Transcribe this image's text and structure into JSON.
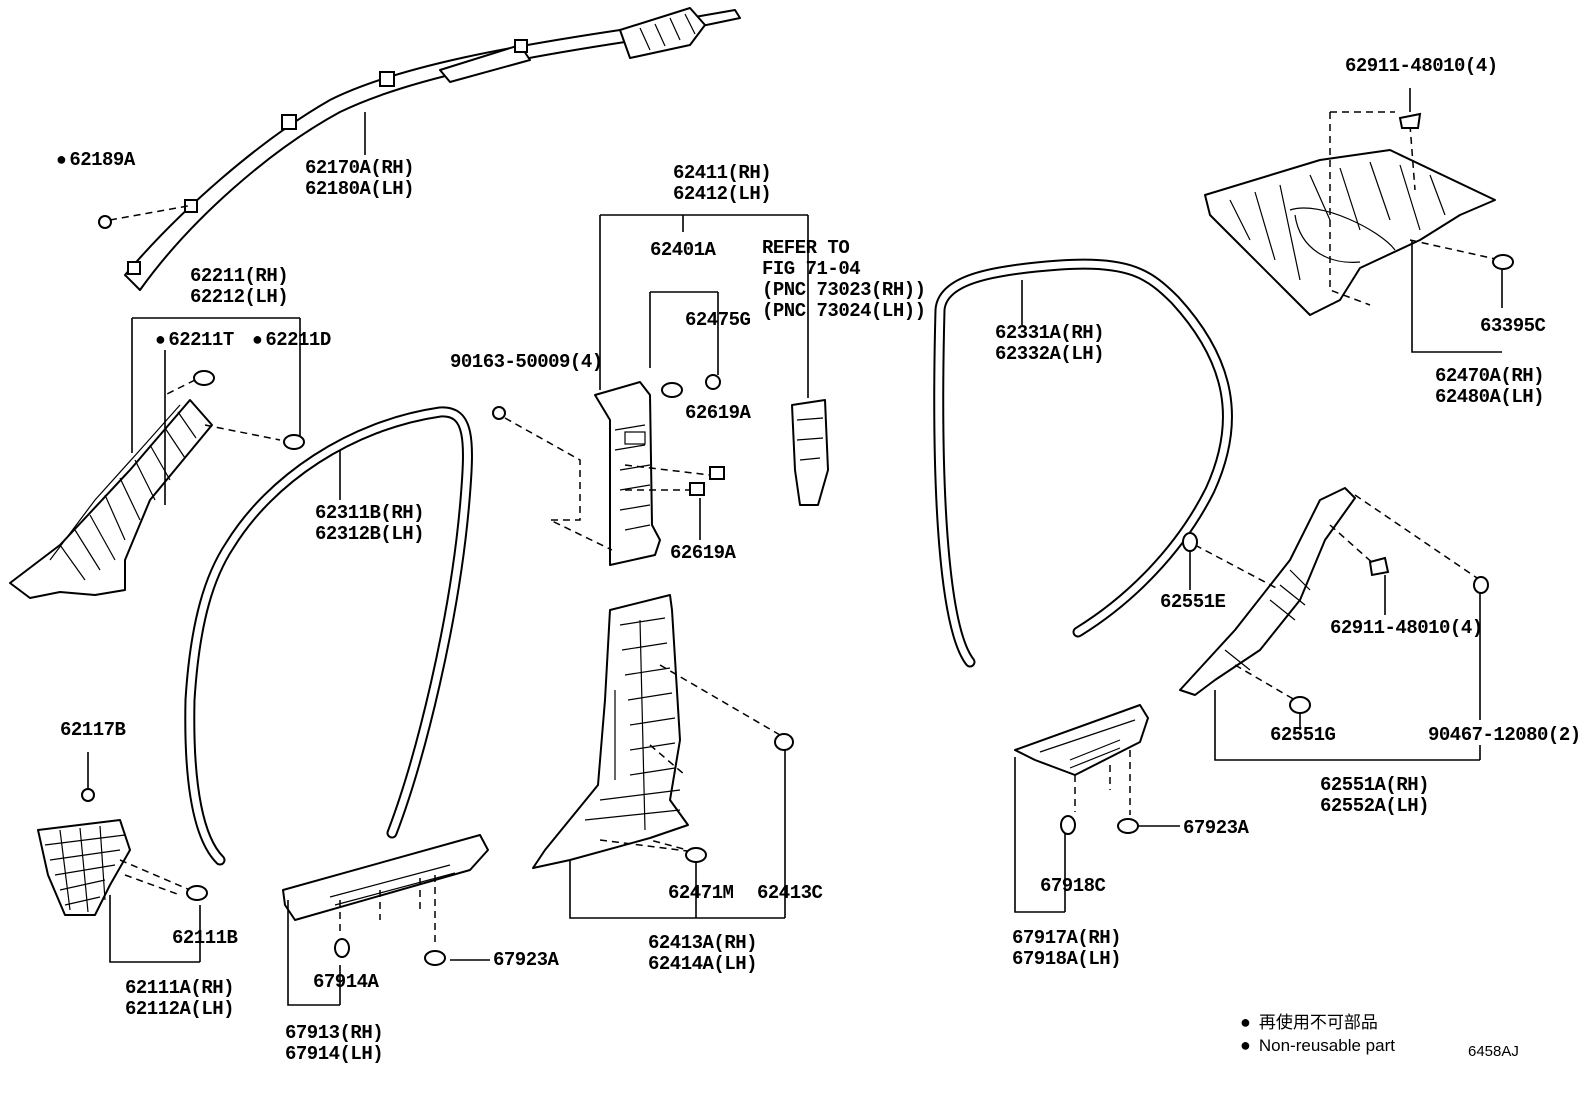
{
  "labels": {
    "p62189a": "62189A",
    "p62170a": "62170A(RH)",
    "p62180a": "62180A(LH)",
    "p62211": "62211(RH)",
    "p62212": "62212(LH)",
    "p62211t": "62211T",
    "p62211d": "62211D",
    "p62311b": "62311B(RH)",
    "p62312b": "62312B(LH)",
    "p62117b": "62117B",
    "p62111b": "62111B",
    "p62111a": "62111A(RH)",
    "p62112a": "62112A(LH)",
    "p67914a": "67914A",
    "p67923a_left": "67923A",
    "p67913": "67913(RH)",
    "p67914": "67914(LH)",
    "p62411": "62411(RH)",
    "p62412": "62412(LH)",
    "p62401a": "62401A",
    "refer1": "REFER TO",
    "refer2": "FIG 71-04",
    "refer3": "(PNC 73023(RH))",
    "refer4": "(PNC 73024(LH))",
    "p62475g": "62475G",
    "p90163": "90163-50009(4)",
    "p62619a_top": "62619A",
    "p62619a_bot": "62619A",
    "p62471m": "62471M",
    "p62413c": "62413C",
    "p62413a": "62413A(RH)",
    "p62414a": "62414A(LH)",
    "p62331a": "62331A(RH)",
    "p62332a": "62332A(LH)",
    "p62911_top": "62911-48010(4)",
    "p63395c": "63395C",
    "p62470a": "62470A(RH)",
    "p62480a": "62480A(LH)",
    "p62551e": "62551E",
    "p62911_mid": "62911-48010(4)",
    "p62551g": "62551G",
    "p90467": "90467-12080(2)",
    "p62551a": "62551A(RH)",
    "p62552a": "62552A(LH)",
    "p67923a_right": "67923A",
    "p67918c": "67918C",
    "p67917a": "67917A(RH)",
    "p67918a": "67918A(LH)"
  },
  "legend": {
    "jp": "再使用不可部品",
    "en": "Non-reusable part"
  },
  "figure_code": "6458AJ"
}
